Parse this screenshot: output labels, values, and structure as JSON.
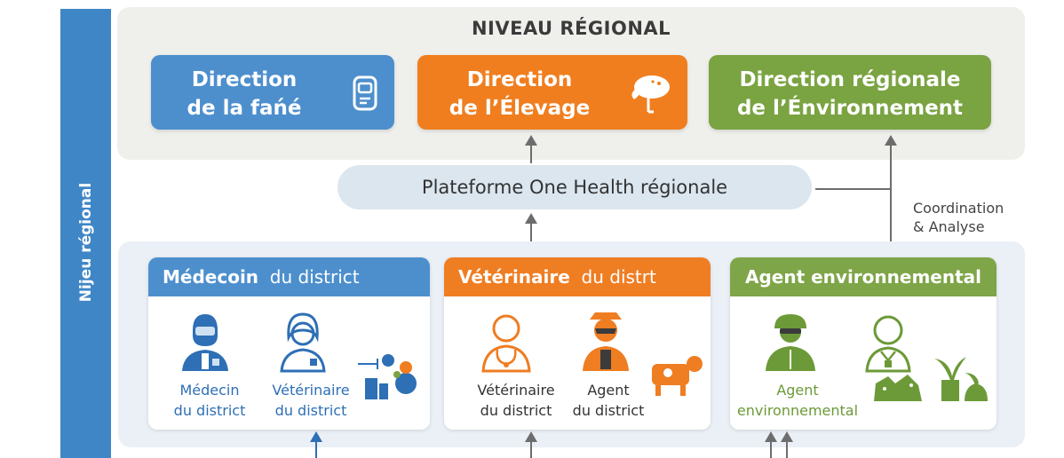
{
  "side_label": "Nijeu régional",
  "regional": {
    "title": "NIVEAU RÉGIONAL",
    "directions": [
      {
        "line1": "Direction",
        "line2": "de la fańé",
        "icon": "medical-device-icon",
        "color": "#4d8fcd"
      },
      {
        "line1": "Direction",
        "line2": "de l’Élevage",
        "icon": "animal-icon",
        "color": "#f07e1f"
      },
      {
        "line1": "Direction régionale",
        "line2": "de l’Énvironnement",
        "color": "#7aa341"
      }
    ]
  },
  "platform": {
    "label": "Plateforme One Health régionale"
  },
  "coordination": {
    "line1": "Coordination",
    "line2": "& Analyse"
  },
  "district": {
    "cards": [
      {
        "title_bold": "Médecoin",
        "title_rest": "du district",
        "color": "#4d8fcd",
        "persons": [
          {
            "line1": "Médecin",
            "line2": "du district",
            "icon": "doctor-icon"
          },
          {
            "line1": "Vétérinaire",
            "line2": "du district",
            "icon": "nurse-icon"
          }
        ],
        "extra_icon": "lab-equipment-icon"
      },
      {
        "title_bold": "Vétérinaire",
        "title_rest": "du distrt",
        "color": "#ef7d22",
        "persons": [
          {
            "line1": "Vétérinaire",
            "line2": "du district",
            "icon": "veterinarian-icon"
          },
          {
            "line1": "Agent",
            "line2": "du district",
            "icon": "agent-icon"
          }
        ],
        "extra_icon": "cow-icon"
      },
      {
        "title_bold": "Agent environnemental",
        "title_rest": "",
        "color": "#7ea547",
        "persons": [
          {
            "line1": "Agent",
            "line2": "environnemental",
            "icon": "soldier-agent-icon"
          },
          {
            "line1": "",
            "line2": "",
            "icon": "woman-agent-icon"
          }
        ],
        "extra_icon": "plants-icon"
      }
    ]
  }
}
